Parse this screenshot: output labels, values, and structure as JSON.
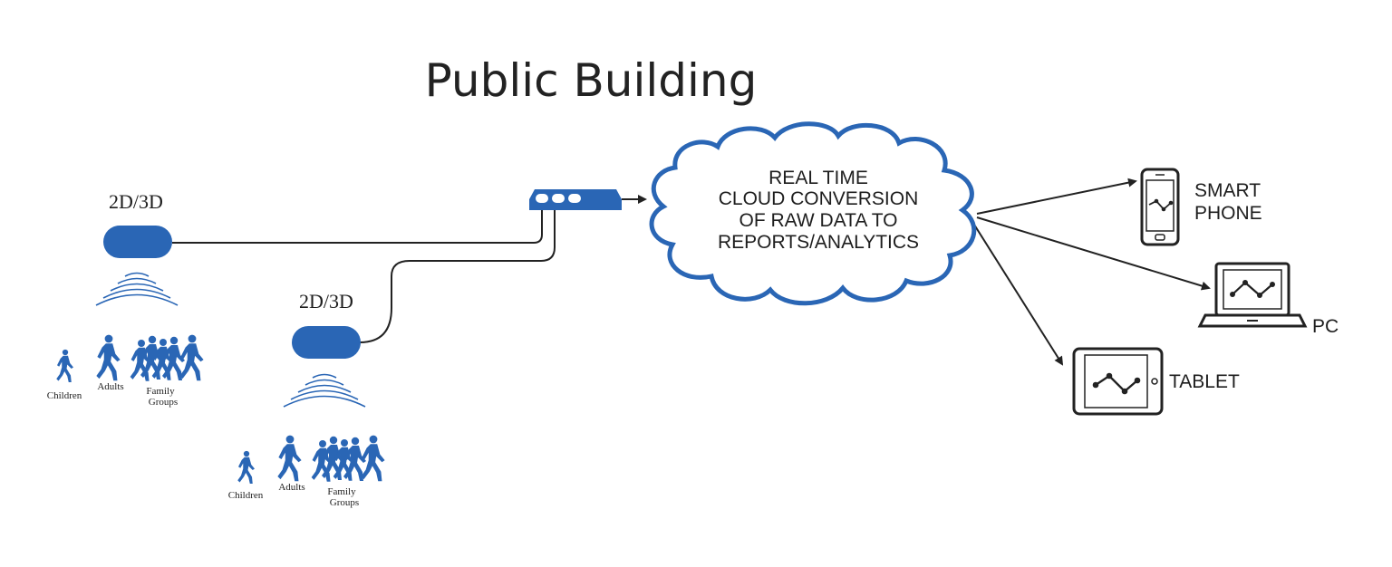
{
  "title": "Public Building",
  "sensors": [
    {
      "label": "2D/3D"
    },
    {
      "label": "2D/3D"
    }
  ],
  "people_groups": [
    {
      "children": "Children",
      "adults": "Adults",
      "family_line1": "Family",
      "family_line2": "Groups"
    },
    {
      "children": "Children",
      "adults": "Adults",
      "family_line1": "Family",
      "family_line2": "Groups"
    }
  ],
  "cloud": {
    "lines": [
      "REAL TIME",
      "CLOUD CONVERSION",
      "OF RAW DATA TO",
      "REPORTS/ANALYTICS"
    ]
  },
  "devices": {
    "smartphone": {
      "line1": "SMART",
      "line2": "PHONE"
    },
    "pc": {
      "label": "PC"
    },
    "tablet": {
      "label": "TABLET"
    }
  },
  "colors": {
    "accent": "#2a66b5",
    "line": "#222222"
  }
}
